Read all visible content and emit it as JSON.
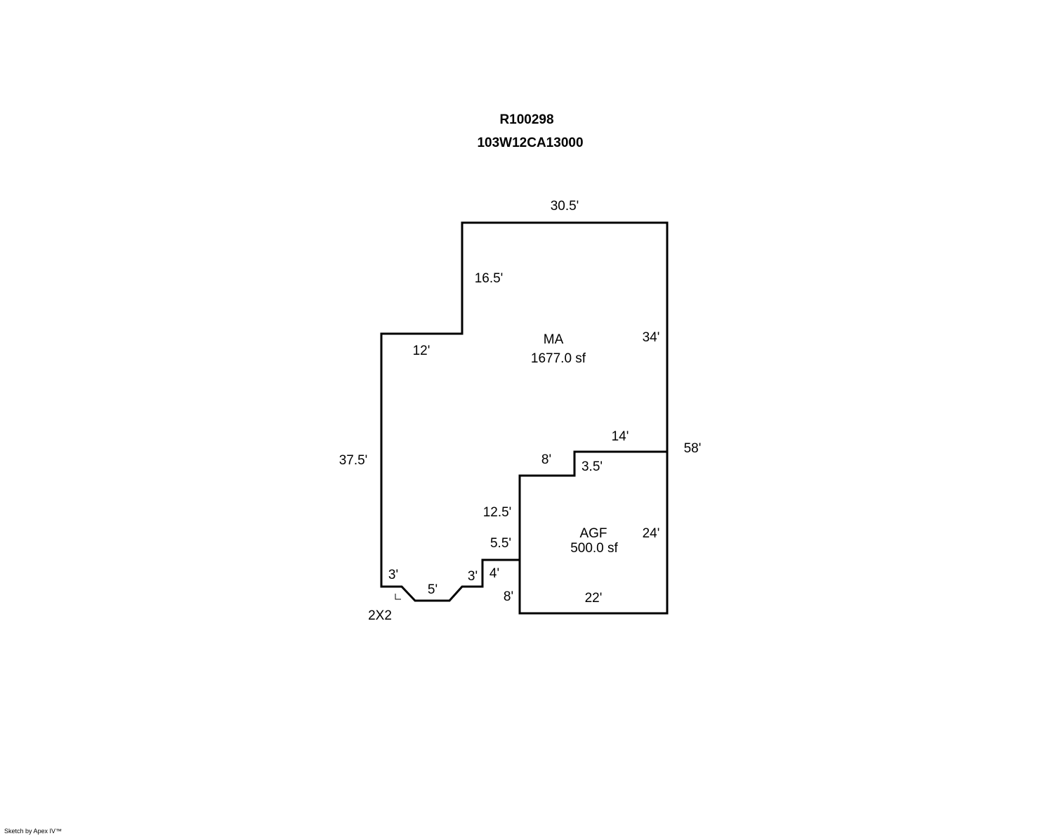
{
  "header": {
    "parcel_id": "R100298",
    "map_number": "103W12CA13000"
  },
  "areas": {
    "main": {
      "code": "MA",
      "size": "1677.0 sf"
    },
    "garage": {
      "code": "AGF",
      "size": "500.0 sf"
    }
  },
  "dimensions": {
    "top": "30.5'",
    "upper_left_wall": "16.5'",
    "left_step": "12'",
    "right_upper": "34'",
    "right_total": "58'",
    "left_wall": "37.5'",
    "garage_top": "14'",
    "garage_notch_top": "8'",
    "garage_notch_side": "3.5'",
    "garage_left_upper": "12.5'",
    "step_top": "5.5'",
    "step_side": "4'",
    "bay_left": "3'",
    "bay_bottom": "5'",
    "bay_right": "3'",
    "garage_left_lower": "8'",
    "garage_right": "24'",
    "garage_bottom": "22'",
    "bay_marker": "2X2"
  },
  "footer": {
    "credit": "Sketch by Apex IV™"
  }
}
